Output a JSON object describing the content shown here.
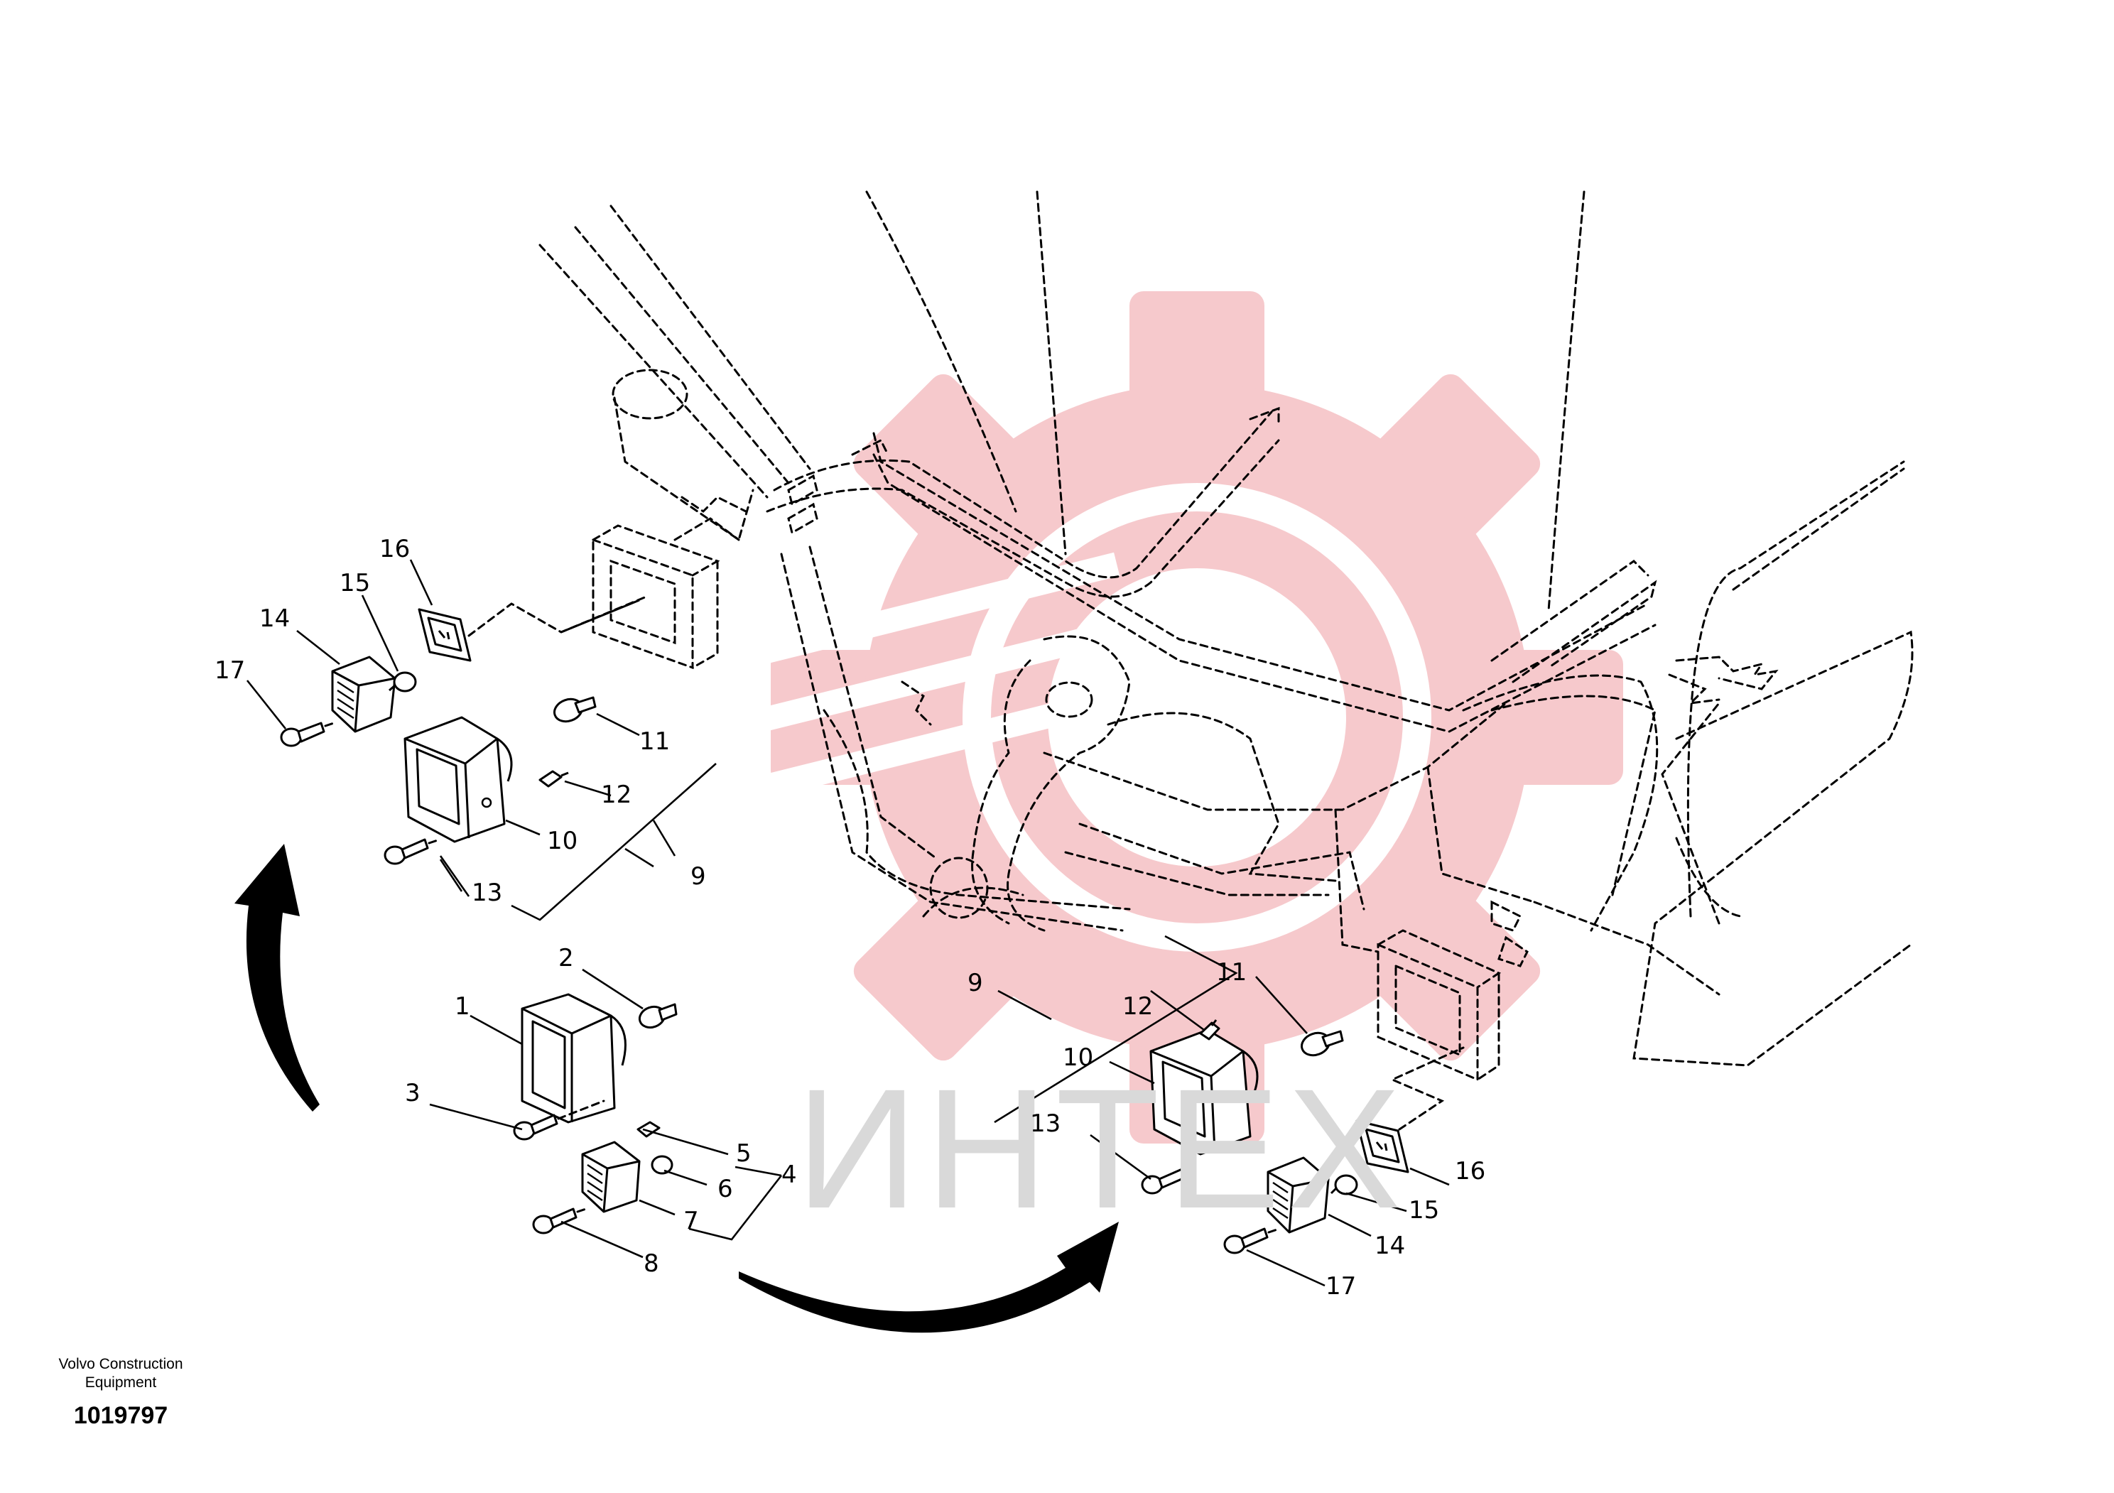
{
  "watermark": {
    "text": "ИНТЕХ",
    "gear_color": "#f6c9cc",
    "text_color": "#d9d9d9"
  },
  "footer": {
    "maker_line1": "Volvo Construction",
    "maker_line2": "Equipment",
    "doc_number": "1019797"
  },
  "callouts": {
    "c1": "1",
    "c2": "2",
    "c3": "3",
    "c4": "4",
    "c5": "5",
    "c6": "6",
    "c7": "7",
    "c8": "8",
    "l9": "9",
    "l10": "10",
    "l11": "11",
    "l12": "12",
    "l13": "13",
    "l14": "14",
    "l15": "15",
    "l16": "16",
    "l17": "17",
    "r9": "9",
    "r10": "10",
    "r11": "11",
    "r12": "12",
    "r13": "13",
    "r14": "14",
    "r15": "15",
    "r16": "16",
    "r17": "17"
  }
}
